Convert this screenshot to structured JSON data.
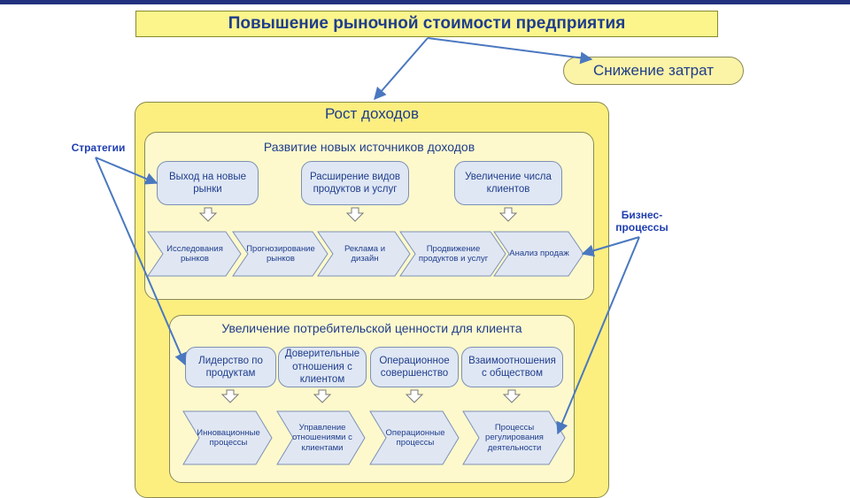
{
  "title": "Повышение рыночной стоимости предприятия",
  "cost_reduction": "Снижение затрат",
  "revenue_growth": "Рост доходов",
  "labels": {
    "strategies": "Стратегии",
    "business_processes": "Бизнес-процессы"
  },
  "section1": {
    "title": "Развитие новых источников доходов",
    "strategies": [
      "Выход на новые рынки",
      "Расширение видов продуктов и услуг",
      "Увеличение числа клиентов"
    ],
    "processes": [
      "Исследования рынков",
      "Прогнозирование рынков",
      "Реклама и дизайн",
      "Продвижение продуктов и услуг",
      "Анализ продаж"
    ]
  },
  "section2": {
    "title": "Увеличение потребительской ценности для клиента",
    "strategies": [
      "Лидерство по продуктам",
      "Доверительные отношения с клиентом",
      "Операционное совершенство",
      "Взаимоотношения с обществом"
    ],
    "processes": [
      "Инновационные процессы",
      "Управление отношениями с клиентами",
      "Операционные процессы",
      "Процессы регулирования деятельности"
    ]
  },
  "colors": {
    "topbar": "#22317f",
    "title_fill": "#fbf58c",
    "outer_fill": "#fcef80",
    "inner_fill": "#fdf9cc",
    "strategy_fill": "#dfe7f4",
    "arrow_fill": "#e0e7f3",
    "connector": "#4a78c0",
    "text": "#1f3d8c"
  }
}
